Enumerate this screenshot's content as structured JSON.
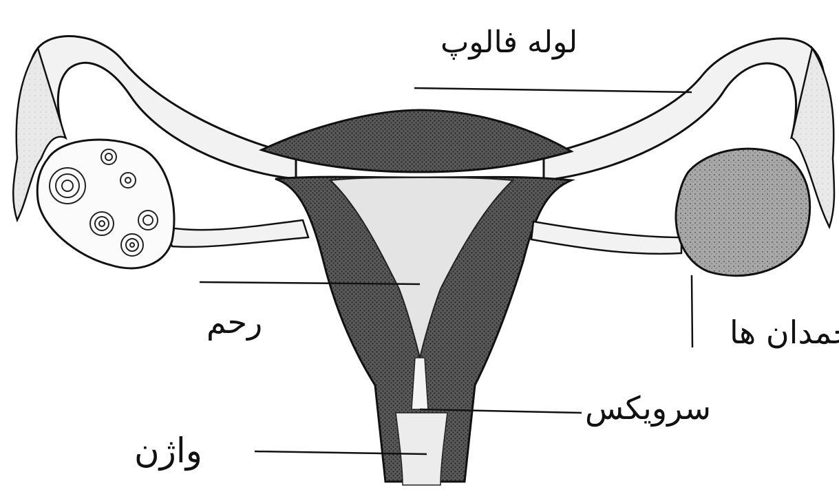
{
  "labels": {
    "fallopian_tube": "لوله فالوپ",
    "uterus": "رحم",
    "ovary": "تخمدان ها",
    "cervix": "سرویکس",
    "vagina": "واژن"
  },
  "colors": {
    "ink": "#111111",
    "paper": "#ffffff",
    "shade_dark": "#3a3a3a",
    "shade_mid": "#8a8a8a",
    "shade_light": "#e6e6e6"
  }
}
